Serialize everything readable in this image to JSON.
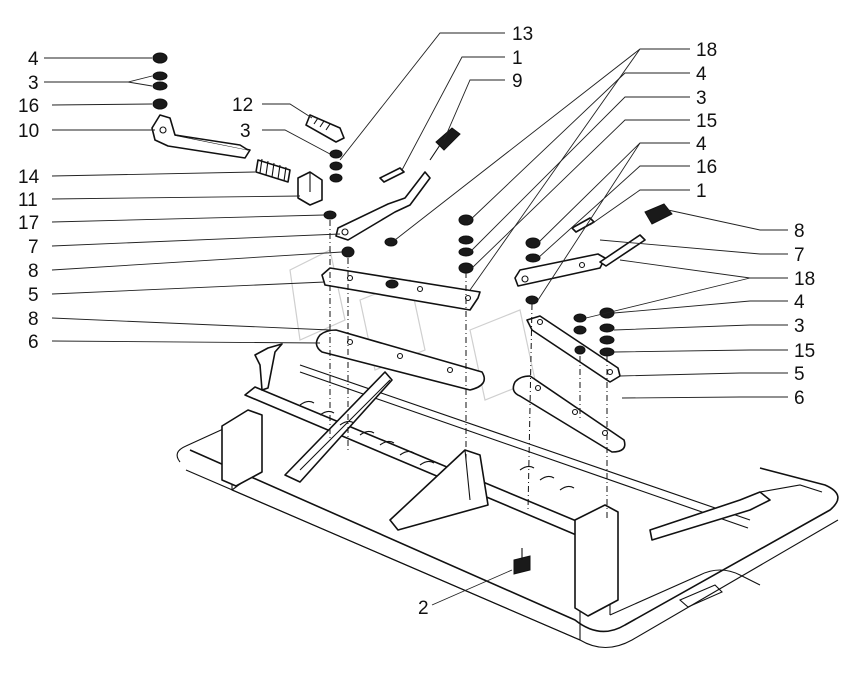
{
  "callouts": [
    {
      "id": "c4a",
      "label": "4"
    },
    {
      "id": "c3a",
      "label": "3"
    },
    {
      "id": "c16a",
      "label": "16"
    },
    {
      "id": "c10",
      "label": "10"
    },
    {
      "id": "c12",
      "label": "12"
    },
    {
      "id": "c3b",
      "label": "3"
    },
    {
      "id": "c14",
      "label": "14"
    },
    {
      "id": "c11",
      "label": "11"
    },
    {
      "id": "c17",
      "label": "17"
    },
    {
      "id": "c7a",
      "label": "7"
    },
    {
      "id": "c8a",
      "label": "8"
    },
    {
      "id": "c5a",
      "label": "5"
    },
    {
      "id": "c8b",
      "label": "8"
    },
    {
      "id": "c6a",
      "label": "6"
    },
    {
      "id": "c13",
      "label": "13"
    },
    {
      "id": "c1a",
      "label": "1"
    },
    {
      "id": "c9",
      "label": "9"
    },
    {
      "id": "c18a",
      "label": "18"
    },
    {
      "id": "c4b",
      "label": "4"
    },
    {
      "id": "c3c",
      "label": "3"
    },
    {
      "id": "c15a",
      "label": "15"
    },
    {
      "id": "c4c",
      "label": "4"
    },
    {
      "id": "c16b",
      "label": "16"
    },
    {
      "id": "c1b",
      "label": "1"
    },
    {
      "id": "c8c",
      "label": "8"
    },
    {
      "id": "c7b",
      "label": "7"
    },
    {
      "id": "c18b",
      "label": "18"
    },
    {
      "id": "c4d",
      "label": "4"
    },
    {
      "id": "c3d",
      "label": "3"
    },
    {
      "id": "c15b",
      "label": "15"
    },
    {
      "id": "c5b",
      "label": "5"
    },
    {
      "id": "c6b",
      "label": "6"
    },
    {
      "id": "c2",
      "label": "2"
    }
  ]
}
